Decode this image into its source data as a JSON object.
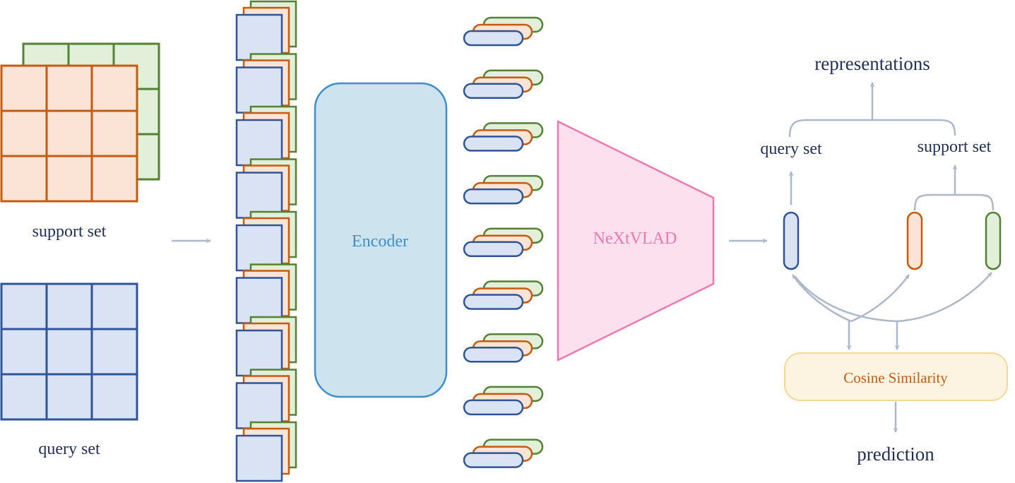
{
  "labels": {
    "support_set_input": "support set",
    "query_set_input": "query set",
    "encoder": "Encoder",
    "nextvlad": "NeXtVLAD",
    "representations": "representations",
    "query_set_output": "query set",
    "support_set_output": "support set",
    "cosine_similarity": "Cosine Similarity",
    "prediction": "prediction"
  },
  "colors": {
    "orange_stroke": "#c55a11",
    "orange_fill": "#fbe3d6",
    "green_stroke": "#548235",
    "green_fill": "#e2f0d9",
    "blue_stroke": "#2f5597",
    "blue_fill": "#dae3f3",
    "encoder_stroke": "#3d8ec9",
    "encoder_fill": "#cde4ef",
    "encoder_text": "#3d8ec9",
    "nextvlad_stroke": "#ee79b1",
    "nextvlad_fill": "#fce0ee",
    "nextvlad_text": "#ee79b1",
    "cosine_stroke": "#f4d99a",
    "cosine_fill": "#fdf3e1",
    "cosine_text": "#c55a11",
    "arrow": "#adb9ca",
    "label_text": "#1f2f55"
  }
}
